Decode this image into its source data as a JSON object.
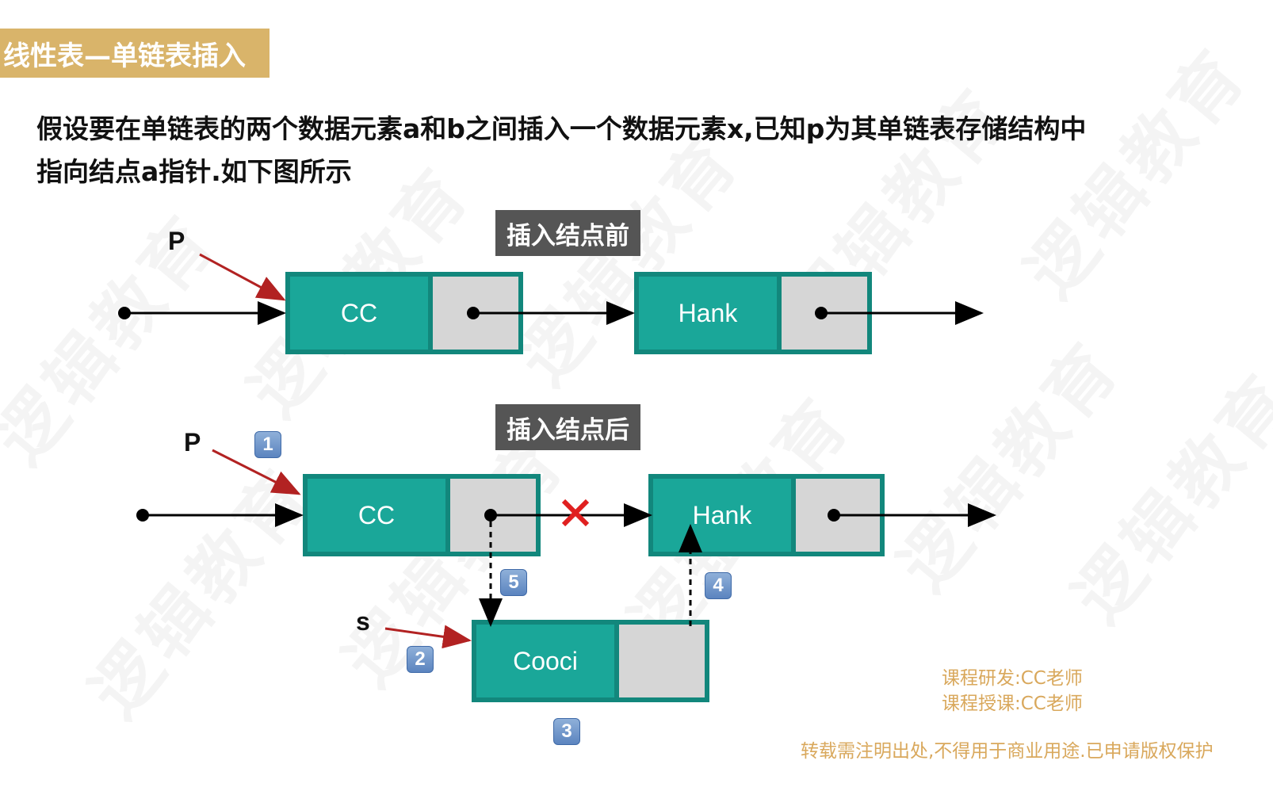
{
  "header": {
    "title": "线性表—单链表插入"
  },
  "description": {
    "line1": "假设要在单链表的两个数据元素a和b之间插入一个数据元素x,已知p为其单链表存储结构中",
    "line2": "指向结点a指针.如下图所示"
  },
  "before": {
    "label": "插入结点前",
    "pointer": "P",
    "nodes": [
      "CC",
      "Hank"
    ]
  },
  "after": {
    "label": "插入结点后",
    "pointer_p": "P",
    "pointer_s": "s",
    "nodes": [
      "CC",
      "Hank",
      "Cooci"
    ],
    "steps": [
      "1",
      "2",
      "3",
      "4",
      "5"
    ]
  },
  "credits": {
    "dev": "课程研发:CC老师",
    "teach": "课程授课:CC老师",
    "copyright": "转载需注明出处,不得用于商业用途.已申请版权保护"
  },
  "watermark": "逻辑教育",
  "colors": {
    "node": "#1aa799",
    "node_border": "#12877c",
    "pointer_arrow": "#b22222",
    "title_bg": "#d9b46a"
  }
}
